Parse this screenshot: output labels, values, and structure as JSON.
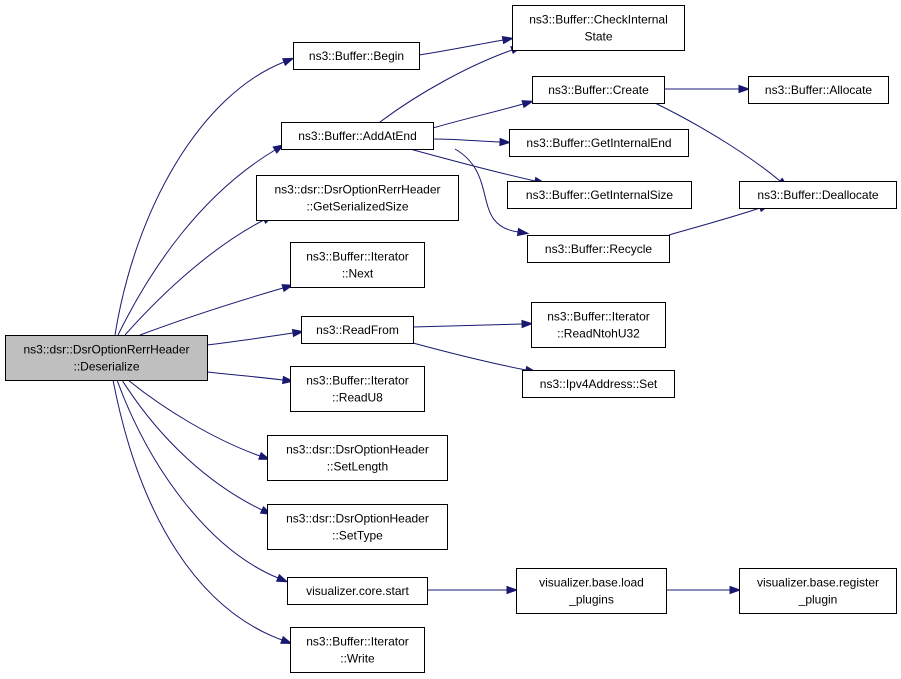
{
  "nodes": [
    {
      "id": "root",
      "lines": [
        "ns3::dsr::DsrOptionRerrHeader",
        "::Deserialize"
      ],
      "highlighted": true
    },
    {
      "id": "begin",
      "lines": [
        "ns3::Buffer::Begin"
      ]
    },
    {
      "id": "addatend",
      "lines": [
        "ns3::Buffer::AddAtEnd"
      ]
    },
    {
      "id": "getserializedsize",
      "lines": [
        "ns3::dsr::DsrOptionRerrHeader",
        "::GetSerializedSize"
      ]
    },
    {
      "id": "next",
      "lines": [
        "ns3::Buffer::Iterator",
        "::Next"
      ]
    },
    {
      "id": "readfrom",
      "lines": [
        "ns3::ReadFrom"
      ]
    },
    {
      "id": "readu8",
      "lines": [
        "ns3::Buffer::Iterator",
        "::ReadU8"
      ]
    },
    {
      "id": "setlength",
      "lines": [
        "ns3::dsr::DsrOptionHeader",
        "::SetLength"
      ]
    },
    {
      "id": "settype",
      "lines": [
        "ns3::dsr::DsrOptionHeader",
        "::SetType"
      ]
    },
    {
      "id": "corestart",
      "lines": [
        "visualizer.core.start"
      ]
    },
    {
      "id": "write",
      "lines": [
        "ns3::Buffer::Iterator",
        "::Write"
      ]
    },
    {
      "id": "checkinternal",
      "lines": [
        "ns3::Buffer::CheckInternal",
        "State"
      ]
    },
    {
      "id": "create",
      "lines": [
        "ns3::Buffer::Create"
      ]
    },
    {
      "id": "getinternalend",
      "lines": [
        "ns3::Buffer::GetInternalEnd"
      ]
    },
    {
      "id": "getinternalsize",
      "lines": [
        "ns3::Buffer::GetInternalSize"
      ]
    },
    {
      "id": "recycle",
      "lines": [
        "ns3::Buffer::Recycle"
      ]
    },
    {
      "id": "allocate",
      "lines": [
        "ns3::Buffer::Allocate"
      ]
    },
    {
      "id": "deallocate",
      "lines": [
        "ns3::Buffer::Deallocate"
      ]
    },
    {
      "id": "readntohu32",
      "lines": [
        "ns3::Buffer::Iterator",
        "::ReadNtohU32"
      ]
    },
    {
      "id": "ipv4set",
      "lines": [
        "ns3::Ipv4Address::Set"
      ]
    },
    {
      "id": "loadplugins",
      "lines": [
        "visualizer.base.load",
        "_plugins"
      ]
    },
    {
      "id": "registerplugin",
      "lines": [
        "visualizer.base.register",
        "_plugin"
      ]
    }
  ],
  "edges": [
    {
      "from": "root",
      "to": "begin"
    },
    {
      "from": "root",
      "to": "addatend"
    },
    {
      "from": "root",
      "to": "getserializedsize"
    },
    {
      "from": "root",
      "to": "next"
    },
    {
      "from": "root",
      "to": "readfrom"
    },
    {
      "from": "root",
      "to": "readu8"
    },
    {
      "from": "root",
      "to": "setlength"
    },
    {
      "from": "root",
      "to": "settype"
    },
    {
      "from": "root",
      "to": "corestart"
    },
    {
      "from": "root",
      "to": "write"
    },
    {
      "from": "begin",
      "to": "checkinternal"
    },
    {
      "from": "addatend",
      "to": "checkinternal"
    },
    {
      "from": "addatend",
      "to": "create"
    },
    {
      "from": "addatend",
      "to": "getinternalend"
    },
    {
      "from": "addatend",
      "to": "getinternalsize"
    },
    {
      "from": "addatend",
      "to": "recycle"
    },
    {
      "from": "create",
      "to": "allocate"
    },
    {
      "from": "create",
      "to": "deallocate"
    },
    {
      "from": "recycle",
      "to": "deallocate"
    },
    {
      "from": "readfrom",
      "to": "readntohu32"
    },
    {
      "from": "readfrom",
      "to": "ipv4set"
    },
    {
      "from": "corestart",
      "to": "loadplugins"
    },
    {
      "from": "loadplugins",
      "to": "registerplugin"
    }
  ],
  "colors": {
    "edge": "#191970",
    "highlighted_fill": "#bfbfbf",
    "node_fill": "#ffffff"
  }
}
